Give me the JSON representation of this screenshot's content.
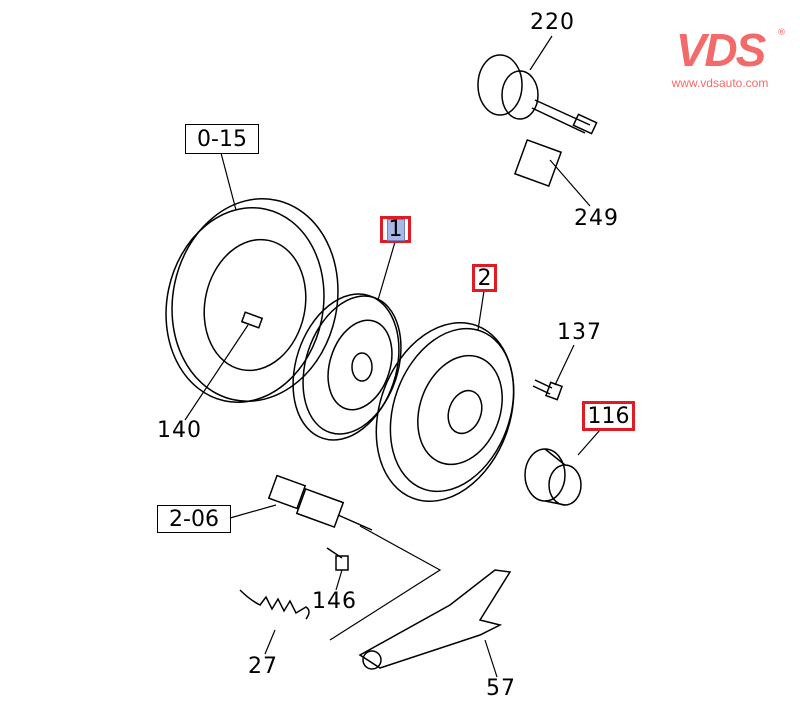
{
  "logo": {
    "brand": "VDS",
    "url": "www.vdsauto.com",
    "registered": "®",
    "color": "#f26a6a"
  },
  "highlight_color": "#e01b24",
  "labels": {
    "p220": "220",
    "p249": "249",
    "p0_15": "0-15",
    "p1": "1",
    "p2": "2",
    "p137": "137",
    "p116": "116",
    "p140": "140",
    "p2_06": "2-06",
    "p146": "146",
    "p27": "27",
    "p57": "57"
  }
}
